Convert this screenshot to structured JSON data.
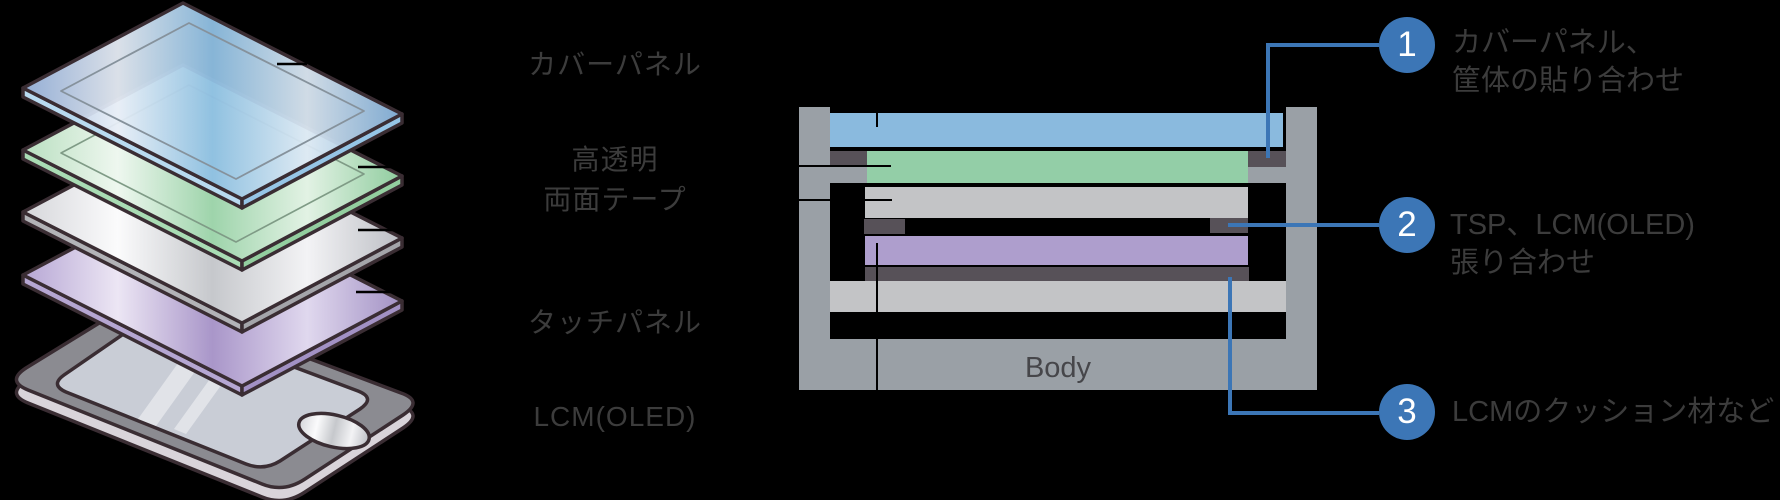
{
  "exploded_view": {
    "layer_labels": {
      "cover": "カバーパネル",
      "tape_line1": "高透明",
      "tape_line2": "両面テープ",
      "touch": "タッチパネル",
      "lcm": "LCM(OLED)"
    }
  },
  "cross_section": {
    "body_label": "Body"
  },
  "callouts": [
    {
      "number": "1",
      "lines": [
        "カバーパネル、",
        "筐体の貼り合わせ"
      ]
    },
    {
      "number": "2",
      "lines": [
        "TSP、LCM(OLED)",
        "張り合わせ"
      ]
    },
    {
      "number": "3",
      "lines": [
        "LCMのクッション材など"
      ]
    }
  ],
  "colors": {
    "accent_blue": "#3c76b6",
    "cover_blue": "#8abade",
    "tape_green": "#93cea7",
    "panel_silver": "#c3c4c6",
    "lcm_purple": "#ae9ecd",
    "dark_part": "#575158",
    "housing_gray": "#9aa0a6",
    "label_text": "#3c3c3c"
  }
}
